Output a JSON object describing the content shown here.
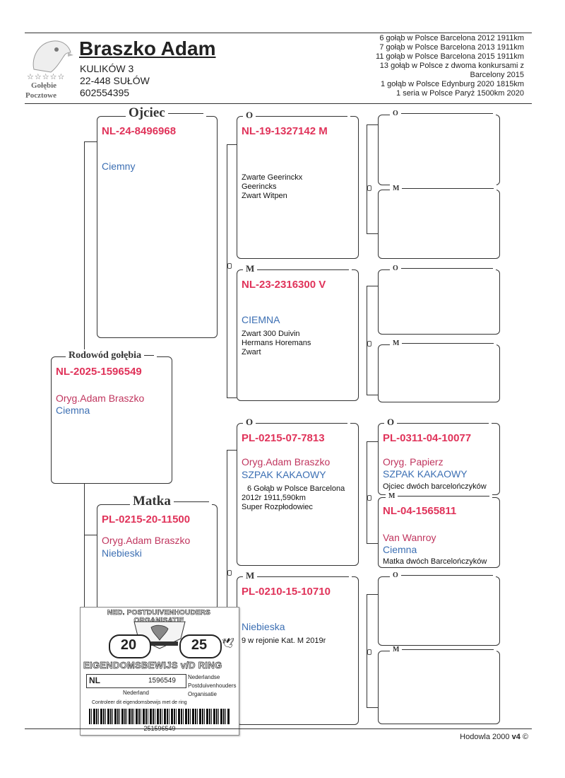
{
  "logo": {
    "stars": "☆☆☆☆☆",
    "line1": "Gołębie",
    "line2": "Pocztowe"
  },
  "owner": {
    "name": "Braszko Adam",
    "street": "KULIKÓW 3",
    "city": "22-448 SUŁÓW",
    "phone": "602554395"
  },
  "achievements": [
    "6  gołąb w  Polsce   Barcelona 2012 1911km",
    "7 gołąb w Polsce   Barcelona 2013 1911km",
    "11  gołąb w Polsce  Barcelona 2015   1911km",
    "13 gołąb w Polsce z dwoma konkursami z",
    "Barcelony 2015",
    "1  gołąb w Polsce  Edynburg 2020 1815km",
    "1 seria w Polsce  Paryż 1500km 2020"
  ],
  "subject": {
    "title": "Rodowód gołębia",
    "ring": "NL-2025-1596549",
    "origin": "Oryg.Adam Braszko",
    "color": "Ciemna"
  },
  "father": {
    "title": "Ojciec",
    "ring": "NL-24-8496968",
    "color": "Ciemny"
  },
  "mother": {
    "title": "Matka",
    "ring": "PL-0215-20-11500",
    "origin": "Oryg.Adam Braszko",
    "color": "Niebieski"
  },
  "ff": {
    "tag": "O",
    "ring": "NL-19-1327142 M",
    "notes": [
      "Zwarte Geerinckx",
      "Geerincks",
      "Zwart Witpen"
    ]
  },
  "fm": {
    "tag": "M",
    "ring": "NL-23-2316300 V",
    "color": "CIEMNA",
    "notes": [
      "Zwart 300 Duivin",
      "Hermans Horemans",
      "Zwart"
    ]
  },
  "mf": {
    "tag": "O",
    "ring": "PL-0215-07-7813",
    "origin": "Oryg.Adam Braszko",
    "color": "SZPAK KAKAOWY",
    "notes": [
      "6  Gołąb w Polsce Barcelona",
      "2012r 1911,590km",
      "Super Rozpłodowiec"
    ]
  },
  "mm": {
    "tag": "M",
    "ring": "PL-0210-15-10710",
    "color": "Niebieska",
    "notes": [
      "9 w rejonie Kat. M 2019r"
    ]
  },
  "mff": {
    "tag": "O",
    "ring": "PL-0311-04-10077",
    "origin": "Oryg. Papierz",
    "color": "SZPAK KAKAOWY",
    "notes": [
      "Ojciec dwóch barcelończyków"
    ]
  },
  "mfm": {
    "tag": "M",
    "ring": "NL-04-1565811",
    "origin": "Van Wanroy",
    "color": "Ciemna",
    "notes": [
      "Matka dwóch Barcelończyków"
    ]
  },
  "empty_tags": {
    "o": "O",
    "m": "M"
  },
  "certificate": {
    "org": "NED. POSTDUIVENHOUDERS ORGANISATIE",
    "year_left": "20",
    "year_right": "25",
    "banner": "EIGENDOMSBEWIJS v/D RING",
    "country": "NL",
    "number": "1596549",
    "country_name": "Nederland",
    "npo": [
      "Nederlandse",
      "Postduivenhouders",
      "Organisatie"
    ],
    "note": "Controleer dit eigendomsbewijs met de ring",
    "barcode_number": "251596549"
  },
  "footer": {
    "text": "Hodowla 2000",
    "version": "v4",
    "copy": "©"
  }
}
